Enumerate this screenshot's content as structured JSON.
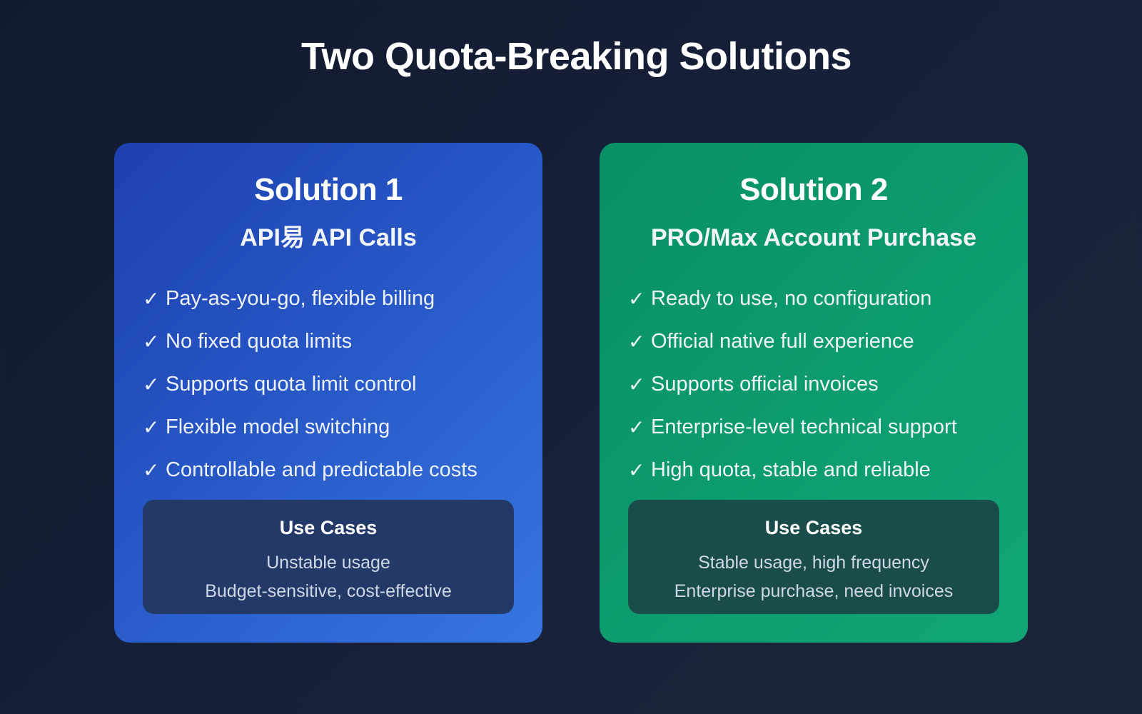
{
  "title": "Two Quota-Breaking Solutions",
  "colors": {
    "background": "#141d30",
    "solution1_card": "#2757c5",
    "solution2_card": "#0c9b6e",
    "solution1_usecase_bg": "#233a69",
    "solution2_usecase_bg": "#1a4c4b",
    "text": "#ffffff"
  },
  "solutions": [
    {
      "title": "Solution 1",
      "subtitle": "API易 API Calls",
      "check_icon": "✓",
      "features": [
        "Pay-as-you-go, flexible billing",
        "No fixed quota limits",
        "Supports quota limit control",
        "Flexible model switching",
        "Controllable and predictable costs"
      ],
      "use_cases": {
        "title": "Use Cases",
        "lines": [
          "Unstable usage",
          "Budget-sensitive, cost-effective"
        ]
      }
    },
    {
      "title": "Solution 2",
      "subtitle": "PRO/Max Account Purchase",
      "check_icon": "✓",
      "features": [
        "Ready to use, no configuration",
        "Official native full experience",
        "Supports official invoices",
        "Enterprise-level technical support",
        "High quota, stable and reliable"
      ],
      "use_cases": {
        "title": "Use Cases",
        "lines": [
          "Stable usage, high frequency",
          "Enterprise purchase, need invoices"
        ]
      }
    }
  ]
}
